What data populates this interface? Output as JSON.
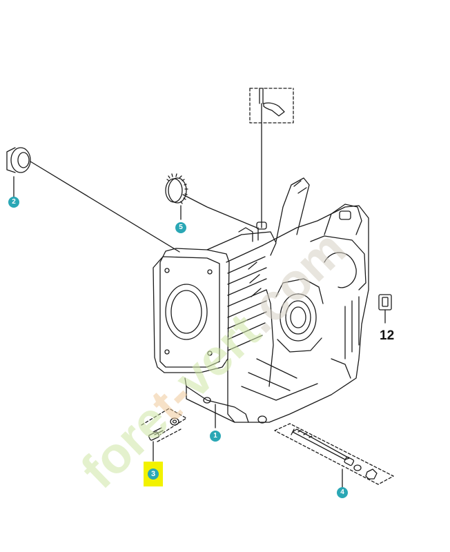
{
  "colors": {
    "callout": "#2aa7b5",
    "highlight": "#f2f200",
    "line": "#1a1a1a",
    "watermark_green": "#cfe6a6",
    "watermark_orange": "#f0c99a",
    "watermark_gray": "#d6d0c4"
  },
  "parts": {
    "p1": "1",
    "p2": "2",
    "p3": "3",
    "p4": "4",
    "p5": "5",
    "p12": "12"
  },
  "watermark": {
    "text": "foret-vert.com"
  }
}
